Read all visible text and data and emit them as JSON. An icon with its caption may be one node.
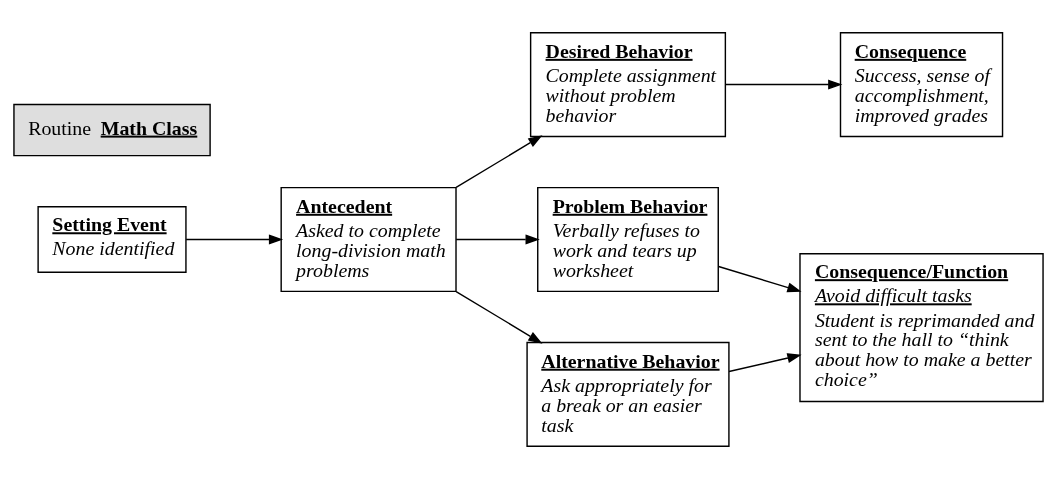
{
  "diagram": {
    "nodes": [
      {
        "text": [
          "Routine",
          "Math Class"
        ]
      },
      {
        "text": [
          "Setting Event",
          "None identified"
        ]
      },
      {
        "text": [
          "Antecedent",
          "Asked to complete long-division math problems"
        ]
      },
      {
        "text": [
          "Desired Behavior",
          "Complete assignment without problem behavior"
        ]
      },
      {
        "text": [
          "Consequence",
          "Success, sense of accomplishment, improved grades"
        ]
      },
      {
        "text": [
          "Problem Behavior",
          "Verbally refuses to work and tears up worksheet"
        ]
      },
      {
        "text": [
          "Consequence/Function",
          "Avoid difficult tasks",
          "Student is reprimanded and sent to the hall to “think about how to make a better choice”"
        ]
      },
      {
        "text": [
          "Alternative Behavior",
          "Ask appropriately for a break or an easier task"
        ]
      }
    ],
    "edges": [
      {
        "from": 1,
        "to": 2,
        "arrow": "to"
      },
      {
        "from": 2,
        "to": 3,
        "arrow": "to"
      },
      {
        "from": 2,
        "to": 5,
        "arrow": "to"
      },
      {
        "from": 2,
        "to": 7,
        "arrow": "to"
      },
      {
        "from": 3,
        "to": 4,
        "arrow": "to"
      },
      {
        "from": 5,
        "to": 6,
        "arrow": "to"
      },
      {
        "from": 7,
        "to": 6,
        "arrow": "to"
      }
    ]
  }
}
